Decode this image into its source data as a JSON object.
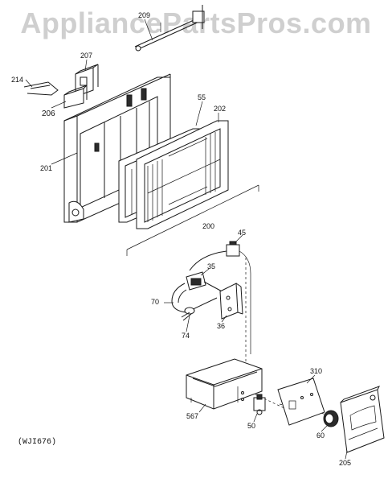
{
  "watermark": "AppliancePartsPros.com",
  "model_code": "(WJI676)",
  "callouts": {
    "p209": "209",
    "p207": "207",
    "p214": "214",
    "p206": "206",
    "p55": "55",
    "p202": "202",
    "p201": "201",
    "p200": "200",
    "p45": "45",
    "p35": "35",
    "p70": "70",
    "p74": "74",
    "p36": "36",
    "p310": "310",
    "p567": "567",
    "p50": "50",
    "p60": "60",
    "p205": "205"
  }
}
